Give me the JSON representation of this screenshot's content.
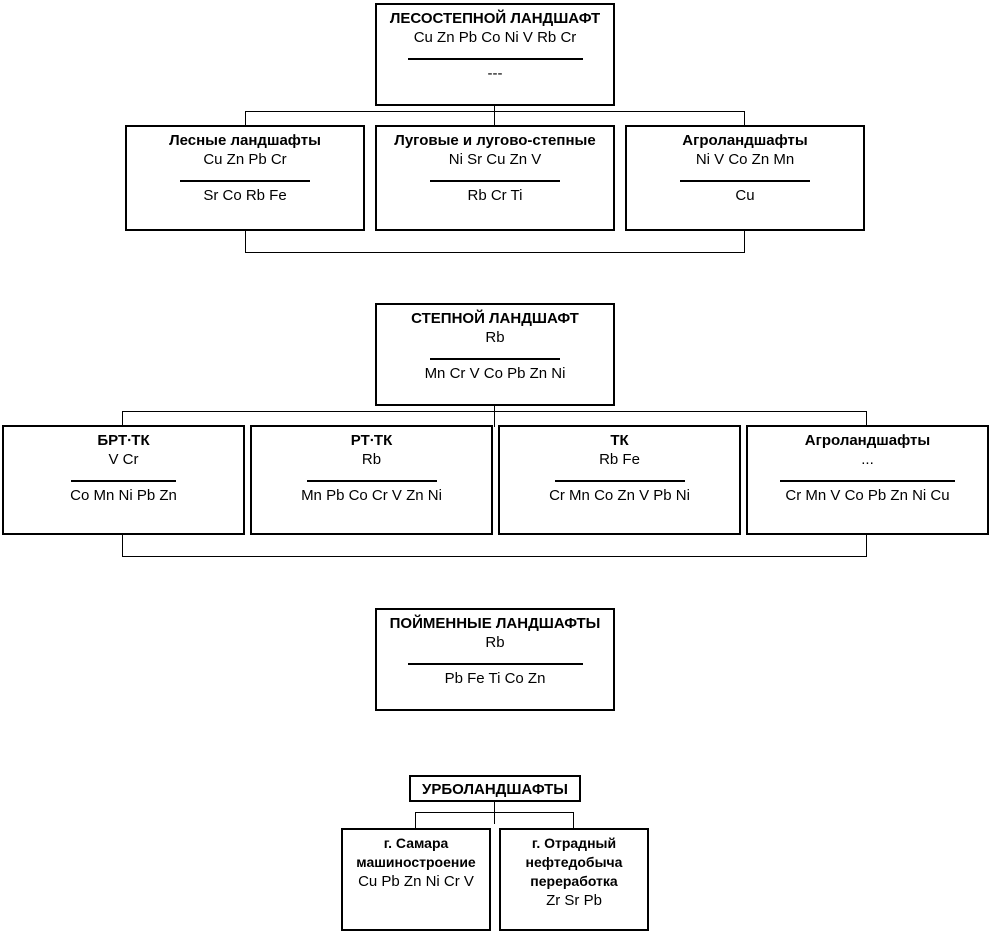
{
  "diagram": {
    "title": "Geochemical landscape structure diagram",
    "groups": [
      {
        "id": "forest-steppe",
        "root": {
          "title": "ЛЕСОСТЕПНОЙ ЛАНДШАФТ",
          "accumulation": "Cu Zn Pb Co Ni V Rb Cr",
          "dispersion": "---"
        },
        "children": [
          {
            "title": "Лесные ландшафты",
            "accumulation": "Cu Zn Pb Cr",
            "dispersion": "Sr Co Rb Fe"
          },
          {
            "title": "Луговые и лугово-степные",
            "accumulation": "Ni Sr Cu Zn V",
            "dispersion": "Rb Cr Ti"
          },
          {
            "title": "Агроландшафты",
            "accumulation": "Ni V Co Zn Mn",
            "dispersion": "Cu"
          }
        ]
      },
      {
        "id": "steppe",
        "root": {
          "title": "СТЕПНОЙ ЛАНДШАФТ",
          "accumulation": "Rb",
          "dispersion": "Mn Cr V Co Pb Zn Ni"
        },
        "children": [
          {
            "title": "БРТ∙ТК",
            "accumulation": "V Cr",
            "dispersion": "Co Mn Ni Pb Zn"
          },
          {
            "title": "РТ∙ТК",
            "accumulation": "Rb",
            "dispersion": "Mn Pb Co Cr V Zn Ni"
          },
          {
            "title": "ТК",
            "accumulation": "Rb Fe",
            "dispersion": "Cr Mn Co Zn V Pb Ni"
          },
          {
            "title": "Агроландшафты",
            "accumulation": "...",
            "dispersion": "Cr Mn V Co Pb Zn Ni Cu"
          }
        ]
      },
      {
        "id": "floodplain",
        "root": {
          "title": "ПОЙМЕННЫЕ ЛАНДШАФТЫ",
          "accumulation": "Rb",
          "dispersion": "Pb Fe Ti Co Zn"
        },
        "children": []
      },
      {
        "id": "urban",
        "root": {
          "title": "УРБОЛАНДШАФТЫ",
          "accumulation": "",
          "dispersion": ""
        },
        "children": [
          {
            "title": "г. Самара",
            "subtitle": "машиностроение",
            "accumulation": "Cu Pb Zn Ni Cr V",
            "dispersion": ""
          },
          {
            "title": "г. Отрадный",
            "subtitle": "нефтедобыча",
            "subtitle2": "переработка",
            "accumulation": "Zr Sr Pb",
            "dispersion": ""
          }
        ]
      }
    ]
  },
  "colors": {
    "line": "#000000",
    "background": "#ffffff"
  }
}
